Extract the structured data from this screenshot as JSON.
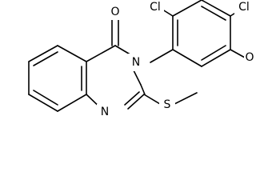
{
  "molecule": {
    "atoms": {
      "cl_top": "Cl",
      "cl_right": "Cl",
      "o_carbonyl": "O",
      "o_methoxy": "O",
      "n_ring_upper": "N",
      "n_ring_lower": "N",
      "s_thio": "S"
    }
  }
}
